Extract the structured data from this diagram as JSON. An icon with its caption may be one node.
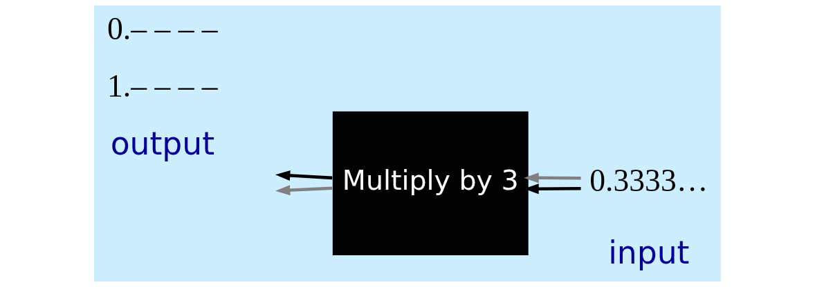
{
  "diagram": {
    "nodes": [
      {
        "text": [
          "Multiply by 3"
        ]
      },
      {
        "text": [
          "0.3333…"
        ]
      },
      {
        "text": [
          "0.– – – –"
        ]
      },
      {
        "text": [
          "1.– – – –"
        ]
      }
    ],
    "edges": [
      {
        "from": 1,
        "to": 0,
        "arrow": "to"
      },
      {
        "from": 1,
        "to": 0,
        "arrow": "to",
        "color": "#808080"
      },
      {
        "from": 0,
        "to": null,
        "arrow": "to"
      },
      {
        "from": 0,
        "to": null,
        "arrow": "to",
        "color": "#808080"
      }
    ],
    "labels": [
      "output",
      "input"
    ]
  }
}
